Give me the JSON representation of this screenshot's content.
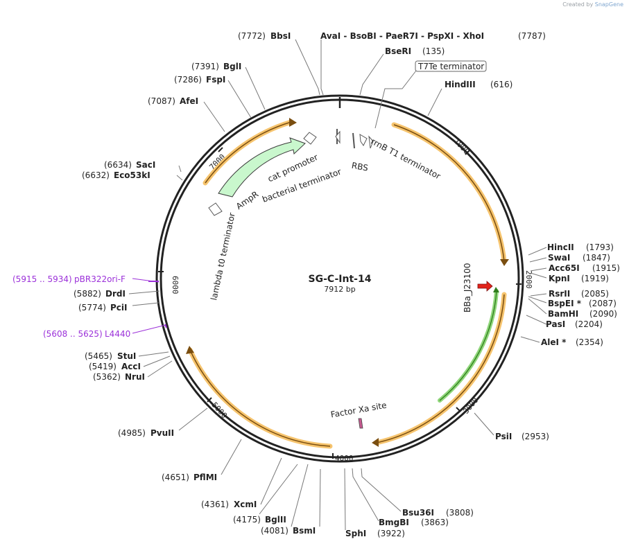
{
  "credit": {
    "prefix": "Created by",
    "brand": "SnapGene"
  },
  "plasmid": {
    "name": "SG-C-Int-14",
    "size_label": "7912 bp",
    "length_bp": 7912
  },
  "ticks": [
    "1000",
    "2000",
    "3000",
    "4000",
    "5000",
    "6000",
    "7000"
  ],
  "colors": {
    "backbone": "#222222",
    "orange_feature": "#f6c46e",
    "green_feature": "#8fd67a",
    "amp_fill": "#c9f7cd",
    "promoter_red": "#e2231a",
    "primer_purple": "#9b30d9",
    "label_line": "#777777"
  },
  "sites": [
    {
      "name": "BbsI",
      "pos": "(7772)",
      "left": true
    },
    {
      "name": "AvaI - BsoBI - PaeR7I - PspXI - XhoI",
      "pos": "(7787)",
      "left": false
    },
    {
      "name": "BseRI",
      "pos": "(135)",
      "left": false
    },
    {
      "name": "HindIII",
      "pos": "(616)",
      "left": false
    },
    {
      "name": "HincII",
      "pos": "(1793)",
      "left": false
    },
    {
      "name": "SwaI",
      "pos": "(1847)",
      "left": false
    },
    {
      "name": "Acc65I",
      "pos": "(1915)",
      "left": false
    },
    {
      "name": "KpnI",
      "pos": "(1919)",
      "left": false
    },
    {
      "name": "RsrII",
      "pos": "(2085)",
      "left": false
    },
    {
      "name": "BspEI *",
      "pos": "(2087)",
      "left": false
    },
    {
      "name": "BamHI",
      "pos": "(2090)",
      "left": false
    },
    {
      "name": "PasI",
      "pos": "(2204)",
      "left": false
    },
    {
      "name": "AleI *",
      "pos": "(2354)",
      "left": false
    },
    {
      "name": "PsiI",
      "pos": "(2953)",
      "left": false
    },
    {
      "name": "Bsu36I",
      "pos": "(3808)",
      "left": false
    },
    {
      "name": "BmgBI",
      "pos": "(3863)",
      "left": false
    },
    {
      "name": "SphI",
      "pos": "(3922)",
      "left": false
    },
    {
      "name": "BsmI",
      "pos": "(4081)",
      "left": true
    },
    {
      "name": "BglII",
      "pos": "(4175)",
      "left": true
    },
    {
      "name": "XcmI",
      "pos": "(4361)",
      "left": true
    },
    {
      "name": "PflMI",
      "pos": "(4651)",
      "left": true
    },
    {
      "name": "PvuII",
      "pos": "(4985)",
      "left": true
    },
    {
      "name": "NruI",
      "pos": "(5362)",
      "left": true
    },
    {
      "name": "AccI",
      "pos": "(5419)",
      "left": true
    },
    {
      "name": "StuI",
      "pos": "(5465)",
      "left": true
    },
    {
      "name": "PciI",
      "pos": "(5774)",
      "left": true
    },
    {
      "name": "DrdI",
      "pos": "(5882)",
      "left": true
    },
    {
      "name": "Eco53kI",
      "pos": "(6632)",
      "left": true
    },
    {
      "name": "SacI",
      "pos": "(6634)",
      "left": true
    },
    {
      "name": "AfeI",
      "pos": "(7087)",
      "left": true
    },
    {
      "name": "FspI",
      "pos": "(7286)",
      "left": true
    },
    {
      "name": "BglI",
      "pos": "(7391)",
      "left": true
    }
  ],
  "primers": [
    {
      "name": "pBR322ori-F",
      "pos": "(5915 .. 5934)"
    },
    {
      "name": "L4440",
      "pos": "(5608 .. 5625)"
    }
  ],
  "features": {
    "t7te": "T7Te terminator",
    "rrnb": "rrnB T1 terminator",
    "rbs": "RBS",
    "cat_promoter": "cat promoter",
    "bacterial_terminator": "bacterial terminator",
    "ampr": "AmpR",
    "lambda_t0": "lambda t0 terminator",
    "bba": "BBa_J23100",
    "factor_xa": "Factor Xa site"
  }
}
